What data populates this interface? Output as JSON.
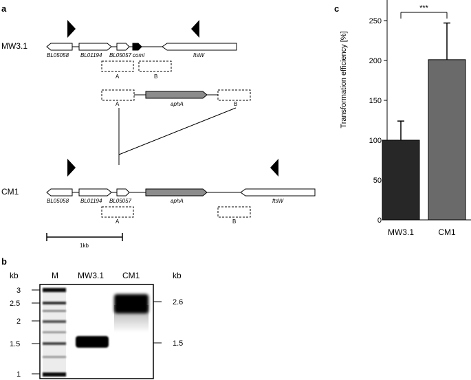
{
  "panels": {
    "a": "a",
    "b": "b",
    "c": "c"
  },
  "panel_a": {
    "strains": {
      "top": "MW3.1",
      "bottom": "CM1"
    },
    "genes": {
      "bl05058": "BL05058",
      "bl01194": "BL01194",
      "bl05057": "BL05057",
      "comI": "comI",
      "ftsW": "ftsW",
      "aphA": "aphA"
    },
    "regions": {
      "a": "A",
      "b": "B"
    },
    "scale": "1kb"
  },
  "panel_b": {
    "kb_label": "kb",
    "lanes": [
      "M",
      "MW3.1",
      "CM1"
    ],
    "marker_labels": [
      "3",
      "2.5",
      "2",
      "1.5",
      "1"
    ],
    "band_labels": [
      "2.6",
      "1.5"
    ]
  },
  "chart_data": {
    "type": "bar",
    "categories": [
      "MW3.1",
      "CM1"
    ],
    "values": [
      100,
      201
    ],
    "errors": [
      24,
      46
    ],
    "colors": [
      "#272727",
      "#6a6a6a"
    ],
    "ylabel": "Transformation efficiency [%]",
    "ylim": [
      0,
      300
    ],
    "yticks": [
      0,
      50,
      100,
      150,
      200,
      250
    ],
    "significance": "***",
    "grid": false,
    "legend": "none"
  }
}
